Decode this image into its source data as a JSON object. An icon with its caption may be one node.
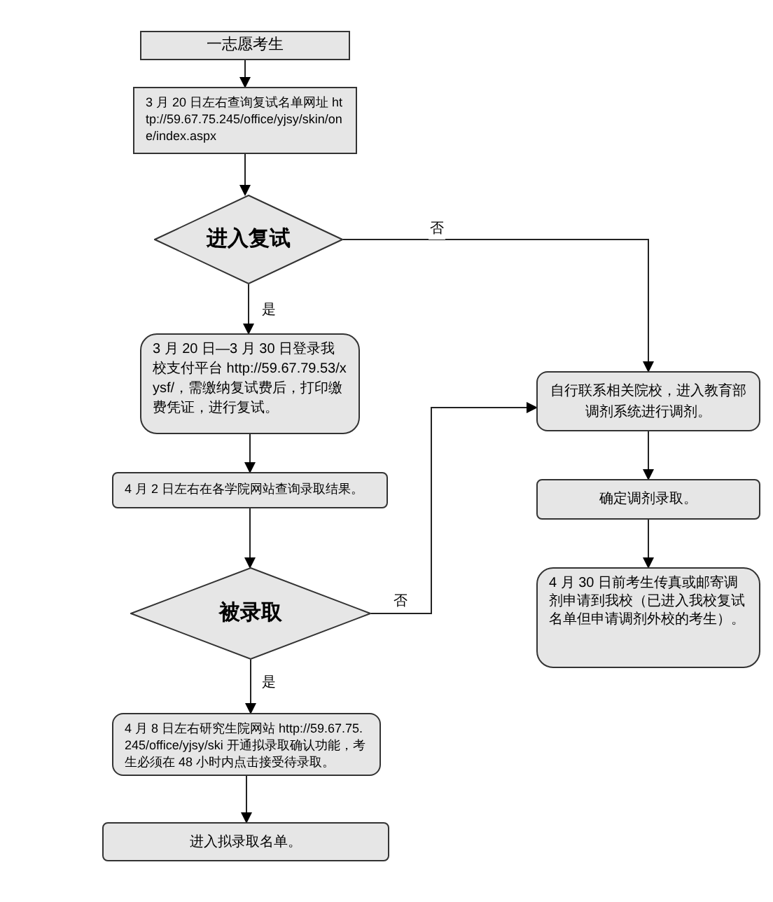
{
  "diagram": {
    "nodes": [
      {
        "text": [
          "一志愿考生"
        ]
      },
      {
        "text": [
          "3 月 20 日左右查询复试名单网址 http://59.67.75.245/office/yjsy/skin/one/index.aspx"
        ]
      },
      {
        "text": [
          "进入复试"
        ]
      },
      {
        "text": [
          "3 月 20 日—3 月 30 日登录我校支付平台 http://59.67.79.53/xysf/，需缴纳复试费后，打印缴费凭证，进行复试。"
        ]
      },
      {
        "text": [
          "4 月 2 日左右在各学院网站查询录取结果。"
        ]
      },
      {
        "text": [
          "被录取"
        ]
      },
      {
        "text": [
          "4 月 8 日左右研究生院网站 http://59.67.75.245/office/yjsy/ski 开通拟录取确认功能，考生必须在 48 小时内点击接受待录取。"
        ]
      },
      {
        "text": [
          "进入拟录取名单。"
        ]
      },
      {
        "text": [
          "自行联系相关院校，进入教育部调剂系统进行调剂。"
        ]
      },
      {
        "text": [
          "确定调剂录取。"
        ]
      },
      {
        "text": [
          "4 月 30 日前考生传真或邮寄调剂申请到我校（已进入我校复试名单但申请调剂外校的考生）。"
        ]
      }
    ],
    "edges": [
      {
        "from": 0,
        "to": 1,
        "arrow": "to"
      },
      {
        "from": 1,
        "to": 2,
        "arrow": "to"
      },
      {
        "from": 2,
        "to": 3,
        "arrow": "to",
        "label": "是"
      },
      {
        "from": 2,
        "to": 8,
        "arrow": "to",
        "label": "否"
      },
      {
        "from": 3,
        "to": 4,
        "arrow": "to"
      },
      {
        "from": 4,
        "to": 5,
        "arrow": "to"
      },
      {
        "from": 5,
        "to": 6,
        "arrow": "to",
        "label": "是"
      },
      {
        "from": 5,
        "to": 8,
        "arrow": "to",
        "label": "否"
      },
      {
        "from": 6,
        "to": 7,
        "arrow": "to"
      },
      {
        "from": 8,
        "to": 9,
        "arrow": "to"
      },
      {
        "from": 9,
        "to": 10,
        "arrow": "to"
      }
    ]
  }
}
